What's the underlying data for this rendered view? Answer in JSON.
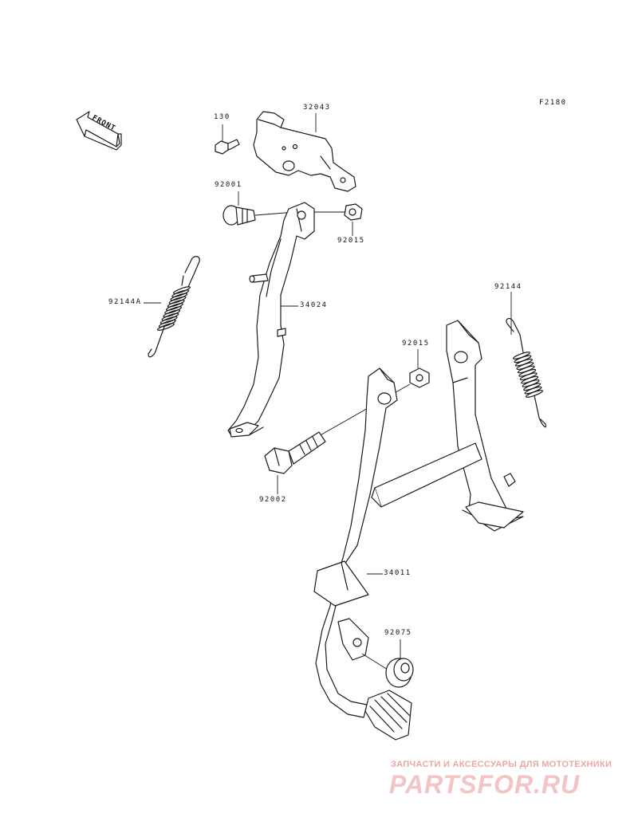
{
  "diagram_code": "F2180",
  "front_label": "FRONT",
  "parts": [
    {
      "id": "p130",
      "number": "130"
    },
    {
      "id": "p32043",
      "number": "32043"
    },
    {
      "id": "p92001",
      "number": "92001"
    },
    {
      "id": "p92015a",
      "number": "92015"
    },
    {
      "id": "p92144a",
      "number": "92144A"
    },
    {
      "id": "p34024",
      "number": "34024"
    },
    {
      "id": "p92144",
      "number": "92144"
    },
    {
      "id": "p92015b",
      "number": "92015"
    },
    {
      "id": "p92002",
      "number": "92002"
    },
    {
      "id": "p34011",
      "number": "34011"
    },
    {
      "id": "p92075",
      "number": "92075"
    }
  ],
  "watermark": {
    "tagline": "ЗАПЧАСТИ И АКСЕССУАРЫ ДЛЯ МОТОТЕХНИКИ",
    "logo": "PARTSFOR.RU"
  }
}
